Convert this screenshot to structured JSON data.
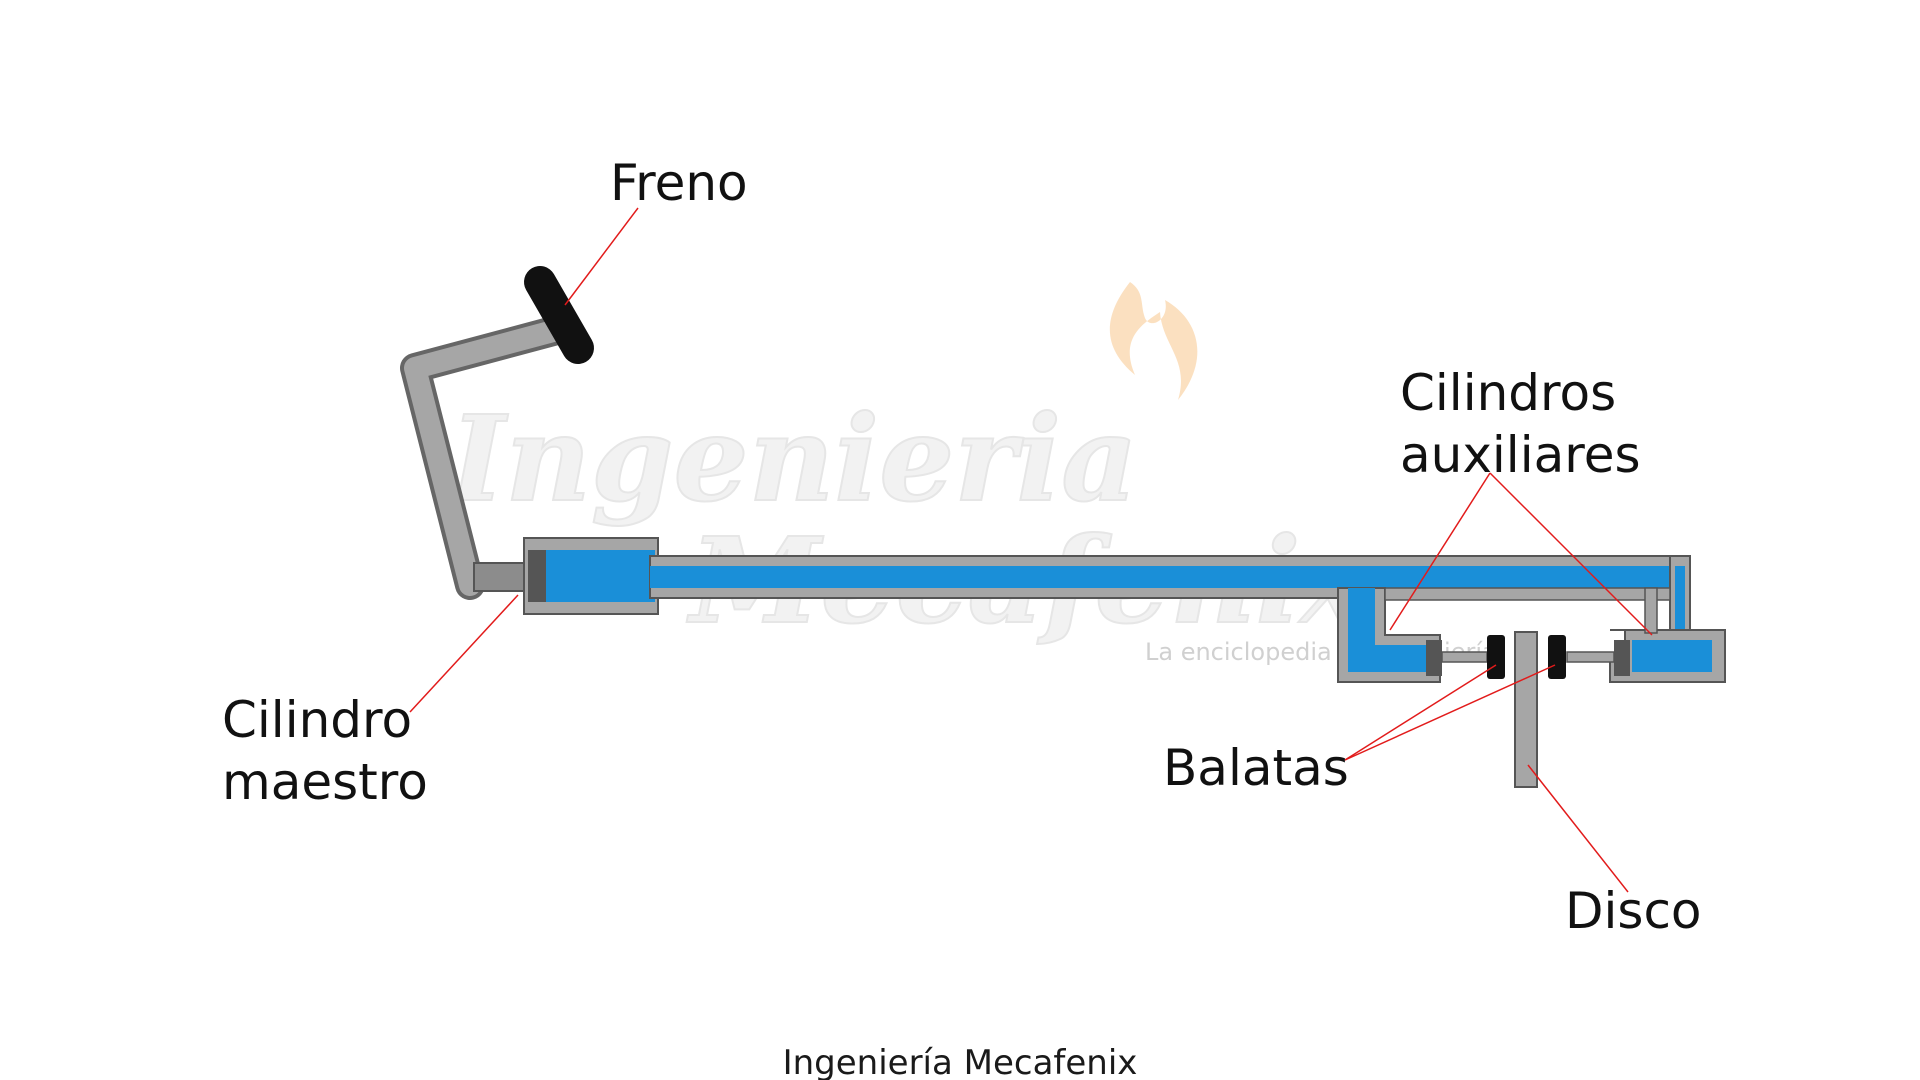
{
  "labels": {
    "freno": "Freno",
    "cilindros_auxiliares_line1": "Cilindros",
    "cilindros_auxiliares_line2": "auxiliares",
    "cilindro_maestro_line1": "Cilindro",
    "cilindro_maestro_line2": "maestro",
    "balatas": "Balatas",
    "disco": "Disco"
  },
  "caption": "Ingeniería Mecafenix",
  "watermark": {
    "line1": "Ingenieria",
    "line2": "Mecafenix",
    "tagline": "La enciclopedia de ingeniería"
  },
  "colors": {
    "fluid": "#1a8fd8",
    "metal": "#a6a6a6",
    "metal_dark": "#666666",
    "pad": "#111111",
    "leader": "#e21b1b"
  }
}
